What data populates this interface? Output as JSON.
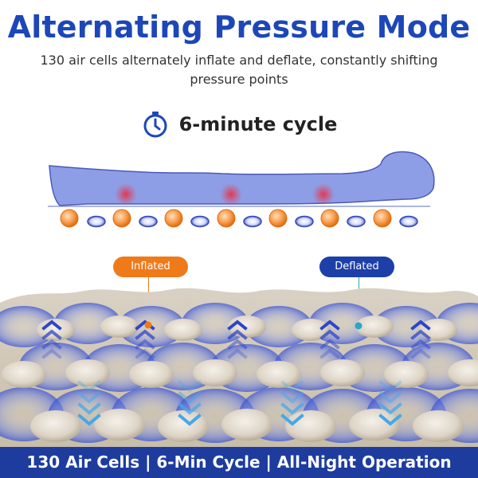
{
  "header": {
    "title": "Alternating Pressure Mode",
    "subtitle": "130 air cells alternately inflate and deflate, constantly shifting pressure points"
  },
  "cycle": {
    "label": "6-minute cycle",
    "icon": "stopwatch-icon"
  },
  "legend": {
    "inflated": "Inflated",
    "deflated": "Deflated"
  },
  "footer": {
    "text": "130 Air Cells | 6-Min Cycle | All-Night Operation"
  },
  "colors": {
    "brand_blue": "#1d47b8",
    "inflated_orange": "#ef7a1a",
    "deflated_navy": "#1c3fa8",
    "body_blue": "#8e9ee6",
    "pressure_red": "#e5344b",
    "footer_bar": "#1d3c9e"
  }
}
